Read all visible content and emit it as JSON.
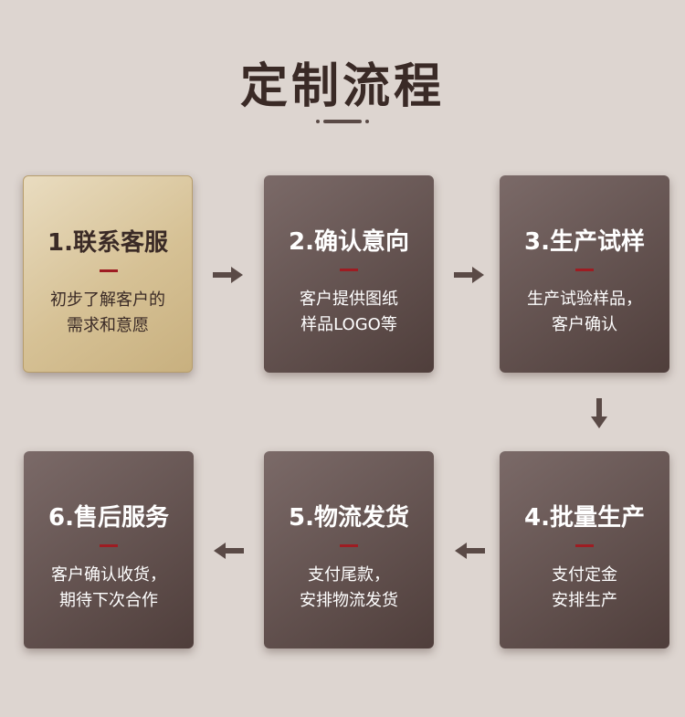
{
  "title": "定制流程",
  "steps": [
    {
      "title": "1.联系客服",
      "line1": "初步了解客户的",
      "line2": "需求和意愿"
    },
    {
      "title": "2.确认意向",
      "line1": "客户提供图纸",
      "line2": "样品LOGO等"
    },
    {
      "title": "3.生产试样",
      "line1": "生产试验样品，",
      "line2": "客户确认"
    },
    {
      "title": "4.批量生产",
      "line1": "支付定金",
      "line2": "安排生产"
    },
    {
      "title": "5.物流发货",
      "line1": "支付尾款，",
      "line2": "安排物流发货"
    },
    {
      "title": "6.售后服务",
      "line1": "客户确认收货，",
      "line2": "期待下次合作"
    }
  ],
  "colors": {
    "accent": "#9e1c22",
    "card_dark": "#5e4d4a",
    "card_gold": "#d6c195",
    "background": "#ddd5d0"
  },
  "icons": [
    "arrow-right-icon",
    "arrow-down-icon",
    "arrow-left-icon"
  ]
}
